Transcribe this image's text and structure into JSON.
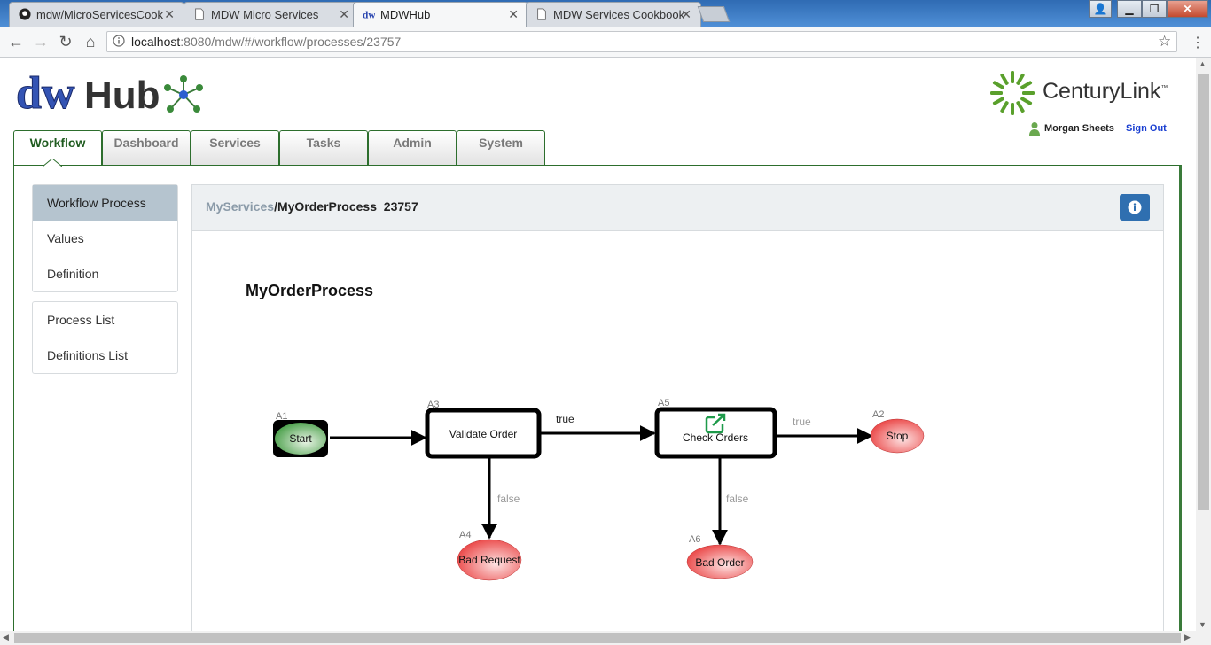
{
  "browser": {
    "tabs": [
      {
        "title": "mdw/MicroServicesCook",
        "icon": "github-icon"
      },
      {
        "title": "MDW Micro Services",
        "icon": "page-icon"
      },
      {
        "title": "MDWHub",
        "icon": "mdw-icon"
      },
      {
        "title": "MDW Services Cookbook",
        "icon": "page-icon"
      }
    ],
    "url_host": "localhost",
    "url_rest": ":8080/mdw/#/workflow/processes/23757"
  },
  "header": {
    "hub_label": "Hub",
    "brand_name": "CenturyLink",
    "brand_tm": "™",
    "user_name": "Morgan Sheets",
    "sign_out": "Sign Out"
  },
  "nav": {
    "tabs": [
      "Workflow",
      "Dashboard",
      "Services",
      "Tasks",
      "Admin",
      "System"
    ],
    "active": "Workflow"
  },
  "sidebar": {
    "group1": [
      "Workflow Process",
      "Values",
      "Definition"
    ],
    "group2": [
      "Process List",
      "Definitions List"
    ],
    "active": "Workflow Process"
  },
  "content": {
    "breadcrumb_link": "MyServices",
    "breadcrumb_sep": "/",
    "process_name": "MyOrderProcess",
    "instance_id": "23757",
    "diagram_title": "MyOrderProcess"
  },
  "diagram": {
    "nodes": {
      "a1": {
        "id": "A1",
        "label": "Start"
      },
      "a3": {
        "id": "A3",
        "label": "Validate Order"
      },
      "a5": {
        "id": "A5",
        "label": "Check Orders"
      },
      "a2": {
        "id": "A2",
        "label": "Stop"
      },
      "a4": {
        "id": "A4",
        "label": "Bad Request"
      },
      "a6": {
        "id": "A6",
        "label": "Bad Order"
      }
    },
    "links": {
      "a3_a5": "true",
      "a5_a2": "true",
      "a3_a4": "false",
      "a5_a6": "false"
    }
  },
  "colors": {
    "nav_green": "#2d6e2d",
    "start_green": "#3f9a3f",
    "stop_red": "#e93a3a",
    "link_blue": "#1a3fd1",
    "info_blue": "#2f6fb0"
  }
}
